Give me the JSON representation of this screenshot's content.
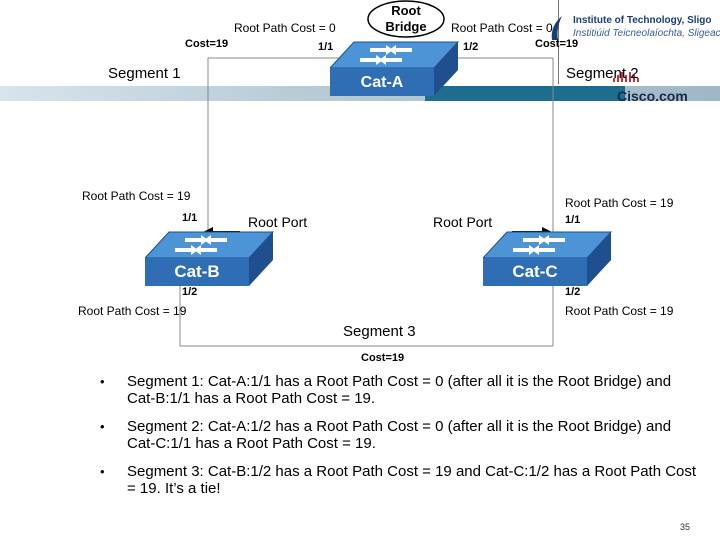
{
  "diagram": {
    "root_bridge_label": [
      "Root",
      "Bridge"
    ],
    "cat_a": {
      "name": "Cat-A",
      "port_left": "1/1",
      "port_right": "1/2",
      "cost_left": "Root Path Cost = 0",
      "cost_right": "Root Path Cost = 0"
    },
    "cat_b": {
      "name": "Cat-B",
      "port_top": "1/1",
      "port_bottom": "1/2",
      "cost_top": "Root Path Cost = 19",
      "cost_bottom": "Root Path Cost = 19",
      "root_port_label": "Root Port"
    },
    "cat_c": {
      "name": "Cat-C",
      "port_top": "1/1",
      "port_bottom": "1/2",
      "cost_top": "Root Path Cost = 19",
      "cost_bottom": "Root Path Cost = 19",
      "root_port_label": "Root Port"
    },
    "segment1": {
      "name": "Segment 1",
      "cost": "Cost=19"
    },
    "segment2": {
      "name": "Segment 2",
      "cost": "Cost=19"
    },
    "segment3": {
      "name": "Segment 3",
      "cost": "Cost=19"
    }
  },
  "header": {
    "institute_line1": "Institute of Technology, Sligo",
    "institute_line2": "Institiúid Teicneolaíochta, Sligeach",
    "brand": "Cisco.com",
    "accent_color": "#1f6d8e"
  },
  "bullets": [
    "Segment 1: Cat-A:1/1 has a Root Path Cost = 0 (after all it is the Root Bridge) and Cat-B:1/1 has a Root Path Cost = 19.",
    "Segment 2: Cat-A:1/2 has a Root Path Cost = 0 (after all it is the Root Bridge) and Cat-C:1/1 has a Root Path Cost = 19.",
    "Segment 3: Cat-B:1/2 has a Root Path Cost = 19 and Cat-C:1/2 has a Root Path Cost = 19.  It’s a tie!"
  ],
  "bullet_symbol": "•",
  "page_number": "35"
}
